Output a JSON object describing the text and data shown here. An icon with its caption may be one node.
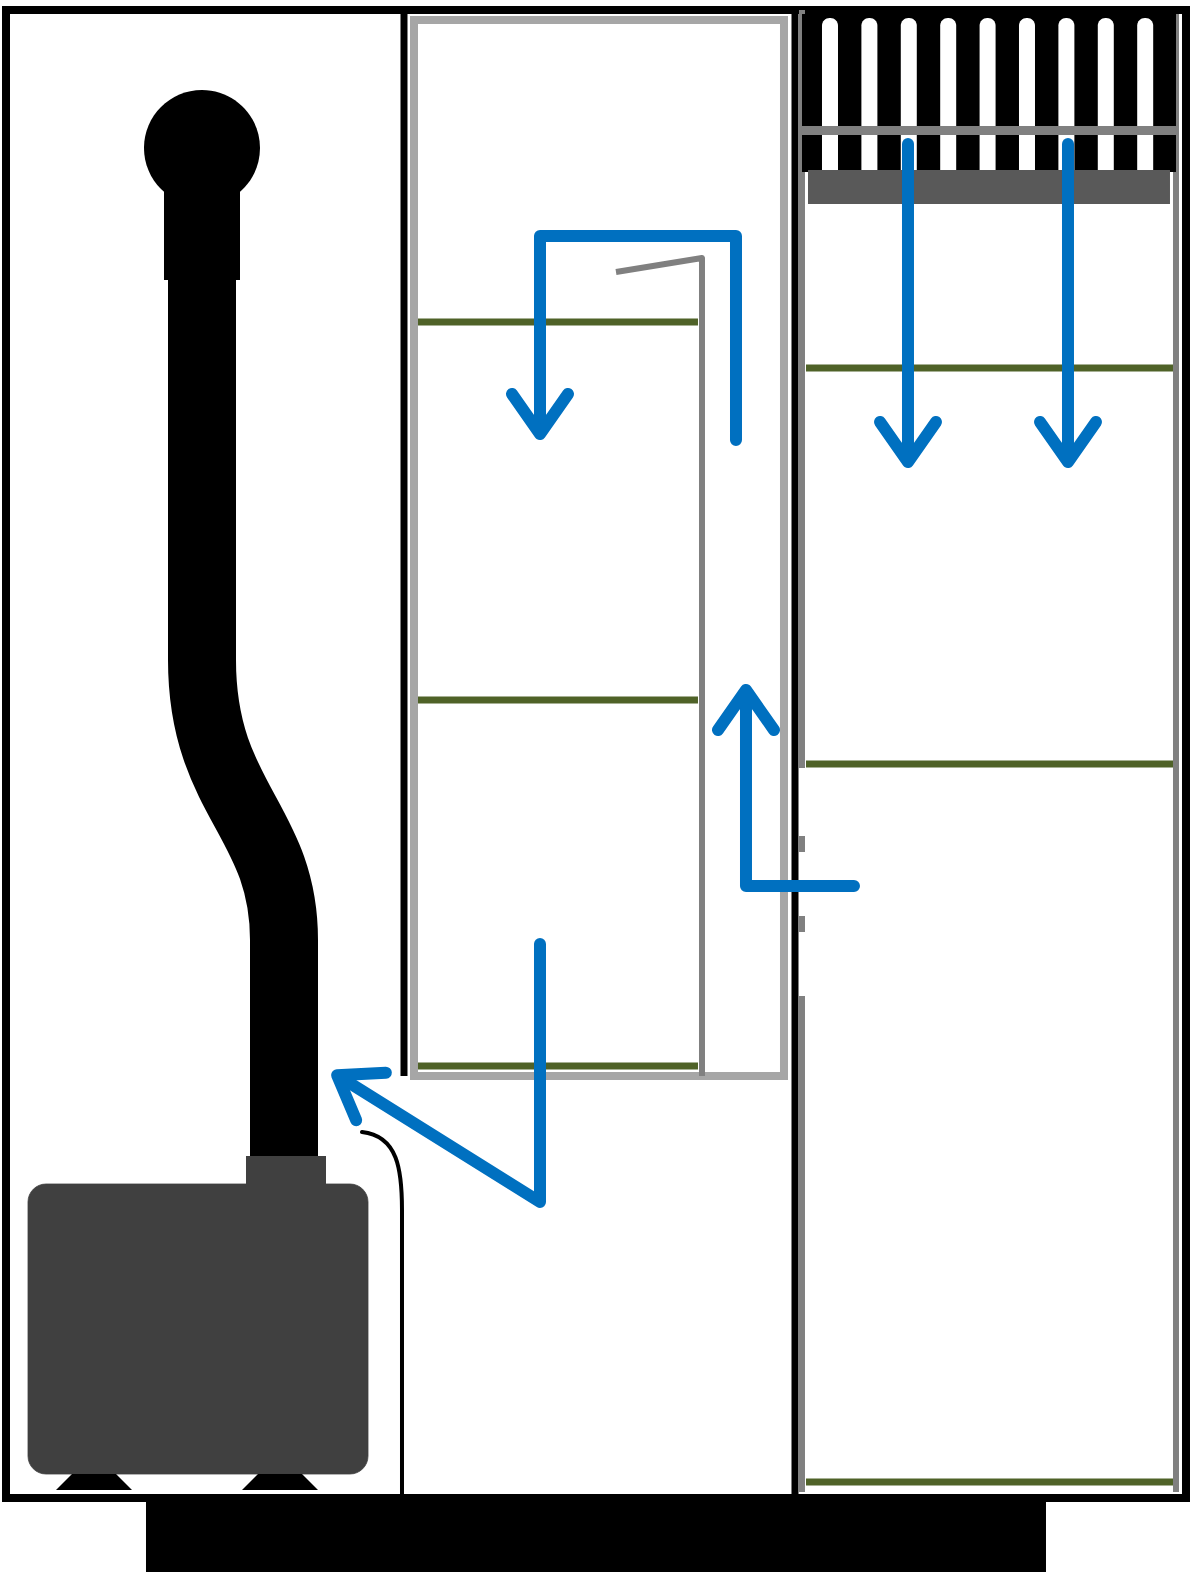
{
  "diagram": {
    "nodes": [
      {
        "text": [],
        "shape": "box"
      },
      {
        "text": [],
        "shape": "box",
        "in": 0
      },
      {
        "text": [],
        "shape": "box",
        "in": 0
      },
      {
        "text": [],
        "shape": "bar"
      }
    ]
  }
}
